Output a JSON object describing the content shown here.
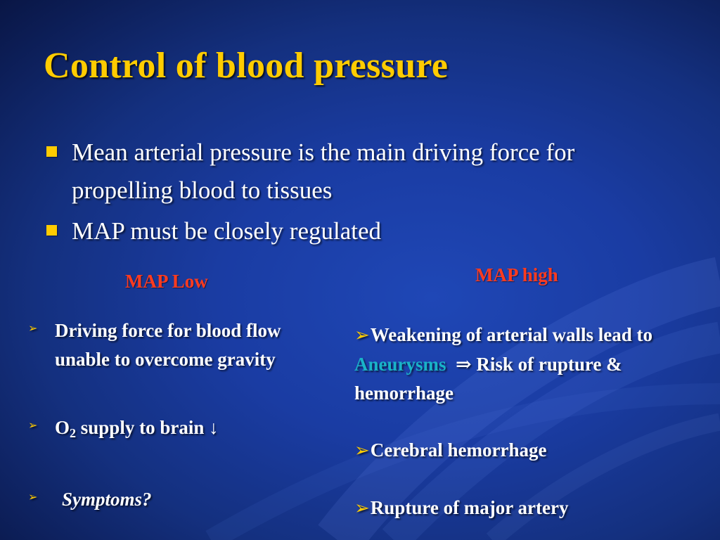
{
  "slide": {
    "title": "Control of blood pressure",
    "bullets": [
      "Mean arterial pressure is the main driving force for propelling blood to tissues",
      "MAP must be closely regulated"
    ]
  },
  "map_low": {
    "heading": "MAP Low",
    "items": [
      {
        "text": "Driving force for blood flow unable to overcome gravity"
      },
      {
        "prefix": "O",
        "subscript": "2",
        "text": " supply to brain ",
        "arrow": "↓"
      },
      {
        "text": "Symptoms?"
      }
    ]
  },
  "map_high": {
    "heading": "MAP high",
    "items": [
      {
        "text_before": "Weakening of arterial walls lead to ",
        "highlight": "Aneurysms",
        "implies": "⇒",
        "text_after": " Risk of rupture & hemorrhage"
      },
      {
        "text": "Cerebral hemorrhage"
      },
      {
        "text": "Rupture of major artery"
      }
    ]
  },
  "colors": {
    "background": "#1a3ca3",
    "title": "#ffcc00",
    "heading": "#ff3b1f",
    "text": "#ffffff",
    "highlight": "#19b3c8",
    "bullet": "#ffcc00"
  },
  "icons": {
    "main_bullet": "square-bullet-icon",
    "sub_bullet": "arrowhead-bullet-icon"
  }
}
